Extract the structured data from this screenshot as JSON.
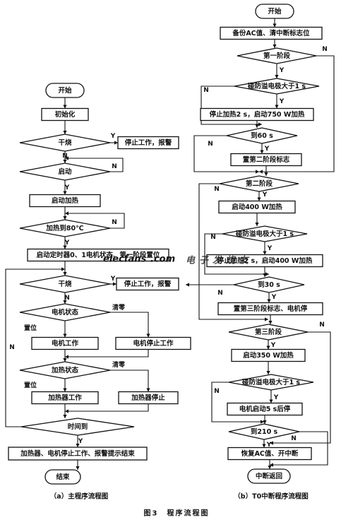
{
  "main_flow": {
    "caption": "（a）主程序流程图",
    "nodes": [
      {
        "id": "m_start",
        "shape": "terminal",
        "label": "开始"
      },
      {
        "id": "m_init",
        "shape": "rect",
        "label": "初始化"
      },
      {
        "id": "m_dry1",
        "shape": "diamond",
        "label": "干烧"
      },
      {
        "id": "m_stop1",
        "shape": "rect",
        "label": "停止工作，报警"
      },
      {
        "id": "m_launch",
        "shape": "diamond",
        "label": "启动"
      },
      {
        "id": "m_heat",
        "shape": "rect",
        "label": "启动加热"
      },
      {
        "id": "m_to80",
        "shape": "diamond",
        "label": "加热到80℃"
      },
      {
        "id": "m_timer",
        "shape": "rect",
        "label": "启动定时器0、1电机状态、第一阶段置位"
      },
      {
        "id": "m_dry2",
        "shape": "diamond",
        "label": "干烧"
      },
      {
        "id": "m_stop2",
        "shape": "rect",
        "label": "停止工作，报警"
      },
      {
        "id": "m_motor_state",
        "shape": "diamond",
        "label": "电机状态"
      },
      {
        "id": "m_motor_run",
        "shape": "rect",
        "label": "电机工作"
      },
      {
        "id": "m_motor_stop",
        "shape": "rect",
        "label": "电机停止工作"
      },
      {
        "id": "m_heat_state",
        "shape": "diamond",
        "label": "加热状态"
      },
      {
        "id": "m_heater_run",
        "shape": "rect",
        "label": "加热器工作"
      },
      {
        "id": "m_heater_stop",
        "shape": "rect",
        "label": "加热器停止"
      },
      {
        "id": "m_time_up",
        "shape": "diamond",
        "label": "时间到"
      },
      {
        "id": "m_finish",
        "shape": "rect",
        "label": "加热器、电机停止工作、报警提示结束"
      },
      {
        "id": "m_end",
        "shape": "terminal",
        "label": "结束"
      }
    ],
    "edges": [
      {
        "from": "m_start",
        "to": "m_init",
        "label": ""
      },
      {
        "from": "m_init",
        "to": "m_dry1",
        "label": ""
      },
      {
        "from": "m_dry1",
        "to": "m_stop1",
        "label": "Y"
      },
      {
        "from": "m_dry1",
        "to": "m_launch",
        "label": "N"
      },
      {
        "from": "m_launch",
        "to": "m_launch",
        "label": "N"
      },
      {
        "from": "m_launch",
        "to": "m_heat",
        "label": "Y"
      },
      {
        "from": "m_heat",
        "to": "m_to80",
        "label": ""
      },
      {
        "from": "m_to80",
        "to": "m_to80",
        "label": "N"
      },
      {
        "from": "m_to80",
        "to": "m_timer",
        "label": "Y"
      },
      {
        "from": "m_timer",
        "to": "m_dry2",
        "label": ""
      },
      {
        "from": "m_dry2",
        "to": "m_stop2",
        "label": "Y"
      },
      {
        "from": "m_dry2",
        "to": "m_motor_state",
        "label": "N"
      },
      {
        "from": "m_motor_state",
        "to": "m_motor_run",
        "label": "置位"
      },
      {
        "from": "m_motor_state",
        "to": "m_motor_stop",
        "label": "清零"
      },
      {
        "from": "m_motor_run",
        "to": "m_heat_state",
        "label": ""
      },
      {
        "from": "m_motor_stop",
        "to": "m_heat_state",
        "label": ""
      },
      {
        "from": "m_heat_state",
        "to": "m_heater_run",
        "label": "置位"
      },
      {
        "from": "m_heat_state",
        "to": "m_heater_stop",
        "label": "清零"
      },
      {
        "from": "m_heater_run",
        "to": "m_time_up",
        "label": ""
      },
      {
        "from": "m_heater_stop",
        "to": "m_time_up",
        "label": ""
      },
      {
        "from": "m_time_up",
        "to": "m_dry2",
        "label": "N"
      },
      {
        "from": "m_time_up",
        "to": "m_finish",
        "label": "Y"
      },
      {
        "from": "m_finish",
        "to": "m_end",
        "label": ""
      }
    ]
  },
  "interrupt_flow": {
    "caption": "（b）T0中断程序流程图",
    "nodes": [
      {
        "id": "t_start",
        "shape": "terminal",
        "label": "开始"
      },
      {
        "id": "t_backup",
        "shape": "rect",
        "label": "备份AC值、清中断标志位"
      },
      {
        "id": "t_stage1",
        "shape": "diamond",
        "label": "第一阶段"
      },
      {
        "id": "t_elec1",
        "shape": "diamond",
        "label": "碰防溢电极大于1 s"
      },
      {
        "id": "t_stop2s_750",
        "shape": "rect",
        "label": "停止加热2 s，启动750 W加热"
      },
      {
        "id": "t_to60",
        "shape": "diamond",
        "label": "到60 s"
      },
      {
        "id": "t_set2",
        "shape": "rect",
        "label": "置第二阶段标志"
      },
      {
        "id": "t_stage2",
        "shape": "diamond",
        "label": "第二阶段"
      },
      {
        "id": "t_400",
        "shape": "rect",
        "label": "启动400 W加热"
      },
      {
        "id": "t_elec2",
        "shape": "diamond",
        "label": "碰防溢电极大于1 s"
      },
      {
        "id": "t_stop2s_400",
        "shape": "rect",
        "label": "停止加热2 s，启动400 W加热"
      },
      {
        "id": "t_to30",
        "shape": "diamond",
        "label": "到30 s"
      },
      {
        "id": "t_set3",
        "shape": "rect",
        "label": "置第三阶段标志、电机停"
      },
      {
        "id": "t_stage3",
        "shape": "diamond",
        "label": "第三阶段"
      },
      {
        "id": "t_350",
        "shape": "rect",
        "label": "启动350 W加热"
      },
      {
        "id": "t_elec3",
        "shape": "diamond",
        "label": "碰防溢电极大于1 s"
      },
      {
        "id": "t_motor5",
        "shape": "rect",
        "label": "电机启动5 s后停"
      },
      {
        "id": "t_to210",
        "shape": "diamond",
        "label": "到210 s"
      },
      {
        "id": "t_restore",
        "shape": "rect",
        "label": "恢复AC值、开中断"
      },
      {
        "id": "t_return",
        "shape": "terminal",
        "label": "中断返回"
      }
    ],
    "edges": [
      {
        "from": "t_start",
        "to": "t_backup",
        "label": ""
      },
      {
        "from": "t_backup",
        "to": "t_stage1",
        "label": ""
      },
      {
        "from": "t_stage1",
        "to": "t_elec1",
        "label": "Y"
      },
      {
        "from": "t_stage1",
        "to": "t_stage2",
        "label": "N"
      },
      {
        "from": "t_elec1",
        "to": "t_stop2s_750",
        "label": "Y"
      },
      {
        "from": "t_elec1",
        "to": "t_to60",
        "label": "N"
      },
      {
        "from": "t_stop2s_750",
        "to": "t_to60",
        "label": ""
      },
      {
        "from": "t_to60",
        "to": "t_set2",
        "label": "Y"
      },
      {
        "from": "t_to60",
        "to": "t_stage2",
        "label": "N"
      },
      {
        "from": "t_set2",
        "to": "t_stage2",
        "label": ""
      },
      {
        "from": "t_stage2",
        "to": "t_400",
        "label": "Y"
      },
      {
        "from": "t_stage2",
        "to": "t_stage3",
        "label": "N"
      },
      {
        "from": "t_400",
        "to": "t_elec2",
        "label": ""
      },
      {
        "from": "t_elec2",
        "to": "t_stop2s_400",
        "label": "Y"
      },
      {
        "from": "t_elec2",
        "to": "t_to30",
        "label": "N"
      },
      {
        "from": "t_stop2s_400",
        "to": "t_to30",
        "label": ""
      },
      {
        "from": "t_to30",
        "to": "t_set3",
        "label": "Y"
      },
      {
        "from": "t_to30",
        "to": "t_stage3",
        "label": "N"
      },
      {
        "from": "t_set3",
        "to": "t_stage3",
        "label": ""
      },
      {
        "from": "t_stage3",
        "to": "t_350",
        "label": "Y"
      },
      {
        "from": "t_stage3",
        "to": "t_restore",
        "label": "N"
      },
      {
        "from": "t_350",
        "to": "t_elec3",
        "label": ""
      },
      {
        "from": "t_elec3",
        "to": "t_motor5",
        "label": "Y"
      },
      {
        "from": "t_elec3",
        "to": "t_to210",
        "label": "N"
      },
      {
        "from": "t_motor5",
        "to": "t_to210",
        "label": ""
      },
      {
        "from": "t_to210",
        "to": "t_restore",
        "label": "Y"
      },
      {
        "from": "t_to210",
        "to": "t_restore",
        "label": "N"
      },
      {
        "from": "t_restore",
        "to": "t_return",
        "label": ""
      }
    ]
  },
  "figure_title": "图3　程序流程图",
  "watermark": {
    "logo": "elecfans",
    "domain": ".com",
    "site_name": "电子发烧友"
  },
  "colors": {
    "line": "#111111",
    "node_fill": "#ffffff",
    "watermark_blue": "#1f5fbf",
    "watermark_orange": "#f08a1c",
    "watermark_red": "#e0301e"
  }
}
